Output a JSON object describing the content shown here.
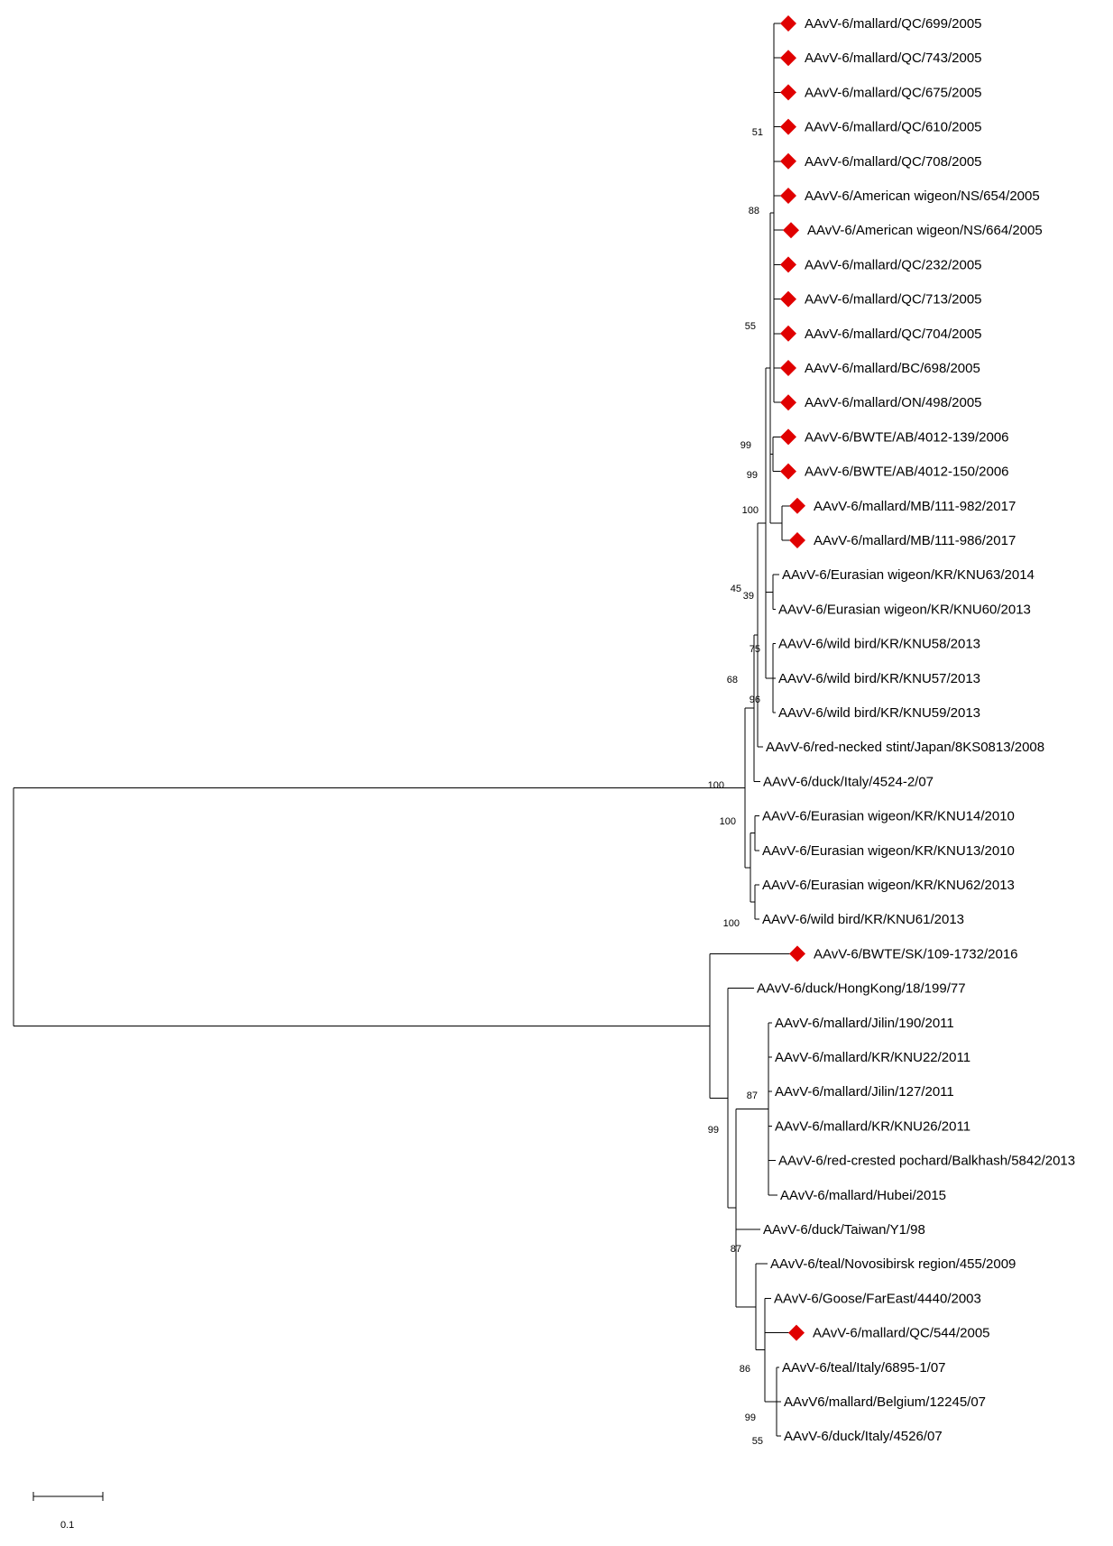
{
  "tree": {
    "marker_color": "#e00000",
    "line_color": "#000000",
    "scale_bar": {
      "value": 0.1,
      "label": "0.1"
    },
    "taxa": [
      {
        "label": "AAvV-6/mallard/QC/699/2005",
        "marked": true
      },
      {
        "label": "AAvV-6/mallard/QC/743/2005",
        "marked": true
      },
      {
        "label": "AAvV-6/mallard/QC/675/2005",
        "marked": true
      },
      {
        "label": "AAvV-6/mallard/QC/610/2005",
        "marked": true
      },
      {
        "label": "AAvV-6/mallard/QC/708/2005",
        "marked": true
      },
      {
        "label": "AAvV-6/American wigeon/NS/654/2005",
        "marked": true
      },
      {
        "label": "AAvV-6/American wigeon/NS/664/2005",
        "marked": true
      },
      {
        "label": "AAvV-6/mallard/QC/232/2005",
        "marked": true
      },
      {
        "label": "AAvV-6/mallard/QC/713/2005",
        "marked": true
      },
      {
        "label": "AAvV-6/mallard/QC/704/2005",
        "marked": true
      },
      {
        "label": "AAvV-6/mallard/BC/698/2005",
        "marked": true
      },
      {
        "label": "AAvV-6/mallard/ON/498/2005",
        "marked": true
      },
      {
        "label": "AAvV-6/BWTE/AB/4012-139/2006",
        "marked": true
      },
      {
        "label": "AAvV-6/BWTE/AB/4012-150/2006",
        "marked": true
      },
      {
        "label": "AAvV-6/mallard/MB/111-982/2017",
        "marked": true
      },
      {
        "label": "AAvV-6/mallard/MB/111-986/2017",
        "marked": true
      },
      {
        "label": "AAvV-6/Eurasian wigeon/KR/KNU63/2014",
        "marked": false
      },
      {
        "label": "AAvV-6/Eurasian wigeon/KR/KNU60/2013",
        "marked": false
      },
      {
        "label": "AAvV-6/wild bird/KR/KNU58/2013",
        "marked": false
      },
      {
        "label": "AAvV-6/wild bird/KR/KNU57/2013",
        "marked": false
      },
      {
        "label": "AAvV-6/wild bird/KR/KNU59/2013",
        "marked": false
      },
      {
        "label": "AAvV-6/red-necked stint/Japan/8KS0813/2008",
        "marked": false
      },
      {
        "label": "AAvV-6/duck/Italy/4524-2/07",
        "marked": false
      },
      {
        "label": "AAvV-6/Eurasian wigeon/KR/KNU14/2010",
        "marked": false
      },
      {
        "label": "AAvV-6/Eurasian wigeon/KR/KNU13/2010",
        "marked": false
      },
      {
        "label": "AAvV-6/Eurasian wigeon/KR/KNU62/2013",
        "marked": false
      },
      {
        "label": "AAvV-6/wild bird/KR/KNU61/2013",
        "marked": false
      },
      {
        "label": "AAvV-6/BWTE/SK/109-1732/2016",
        "marked": true
      },
      {
        "label": "AAvV-6/duck/HongKong/18/199/77",
        "marked": false
      },
      {
        "label": "AAvV-6/mallard/Jilin/190/2011",
        "marked": false
      },
      {
        "label": "AAvV-6/mallard/KR/KNU22/2011",
        "marked": false
      },
      {
        "label": "AAvV-6/mallard/Jilin/127/2011",
        "marked": false
      },
      {
        "label": "AAvV-6/mallard/KR/KNU26/2011",
        "marked": false
      },
      {
        "label": "AAvV-6/red-crested pochard/Balkhash/5842/2013",
        "marked": false
      },
      {
        "label": "AAvV-6/mallard/Hubei/2015",
        "marked": false
      },
      {
        "label": "AAvV-6/duck/Taiwan/Y1/98",
        "marked": false
      },
      {
        "label": "AAvV-6/teal/Novosibirsk region/455/2009",
        "marked": false
      },
      {
        "label": "AAvV-6/Goose/FarEast/4440/2003",
        "marked": false
      },
      {
        "label": "AAvV-6/mallard/QC/544/2005",
        "marked": true
      },
      {
        "label": "AAvV-6/teal/Italy/6895-1/07",
        "marked": false
      },
      {
        "label": "AAvV6/mallard/Belgium/12245/07",
        "marked": false
      },
      {
        "label": "AAvV-6/duck/Italy/4526/07",
        "marked": false
      }
    ],
    "bootstrap_values": [
      "51",
      "88",
      "55",
      "99",
      "99",
      "100",
      "39",
      "45",
      "75",
      "96",
      "68",
      "100",
      "100",
      "100",
      "87",
      "99",
      "87",
      "86",
      "99",
      "55"
    ]
  }
}
